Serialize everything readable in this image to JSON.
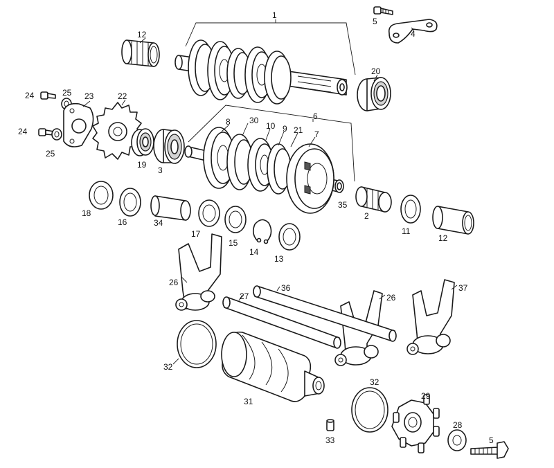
{
  "callouts": [
    {
      "label": "1"
    },
    {
      "label": "5"
    },
    {
      "label": "4"
    },
    {
      "label": "12"
    },
    {
      "label": "20"
    },
    {
      "label": "24"
    },
    {
      "label": "25"
    },
    {
      "label": "23"
    },
    {
      "label": "22"
    },
    {
      "label": "24"
    },
    {
      "label": "25"
    },
    {
      "label": "19"
    },
    {
      "label": "3"
    },
    {
      "label": "6"
    },
    {
      "label": "8"
    },
    {
      "label": "30"
    },
    {
      "label": "10"
    },
    {
      "label": "9"
    },
    {
      "label": "21"
    },
    {
      "label": "7"
    },
    {
      "label": "35"
    },
    {
      "label": "18"
    },
    {
      "label": "16"
    },
    {
      "label": "34"
    },
    {
      "label": "17"
    },
    {
      "label": "15"
    },
    {
      "label": "14"
    },
    {
      "label": "13"
    },
    {
      "label": "2"
    },
    {
      "label": "11"
    },
    {
      "label": "12"
    },
    {
      "label": "26"
    },
    {
      "label": "36"
    },
    {
      "label": "27"
    },
    {
      "label": "26"
    },
    {
      "label": "37"
    },
    {
      "label": "32"
    },
    {
      "label": "31"
    },
    {
      "label": "32"
    },
    {
      "label": "29"
    },
    {
      "label": "28"
    },
    {
      "label": "33"
    },
    {
      "label": "5"
    }
  ]
}
